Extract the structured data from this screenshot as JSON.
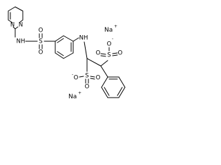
{
  "structure": {
    "atoms": {
      "pyrimidine_n1": "N",
      "pyrimidine_n2": "N",
      "sulfonamide_nh": "NH",
      "sulfonyl_s": "S",
      "sulfonyl_o1": "O",
      "sulfonyl_o2": "O",
      "amine_nh": "NH",
      "sulfonate_a_s": "S",
      "sulfonate_a_o1": "O",
      "sulfonate_a_o2": "O",
      "sulfonate_a_o3": "O",
      "sulfonate_a_charge": "-",
      "sulfonate_b_s": "S",
      "sulfonate_b_o1": "O",
      "sulfonate_b_o2": "O",
      "sulfonate_b_o3": "O",
      "sulfonate_b_charge": "-"
    },
    "counterions": {
      "na_top": "Na",
      "na_top_charge": "+",
      "na_bottom": "Na",
      "na_bottom_charge": "+"
    }
  }
}
